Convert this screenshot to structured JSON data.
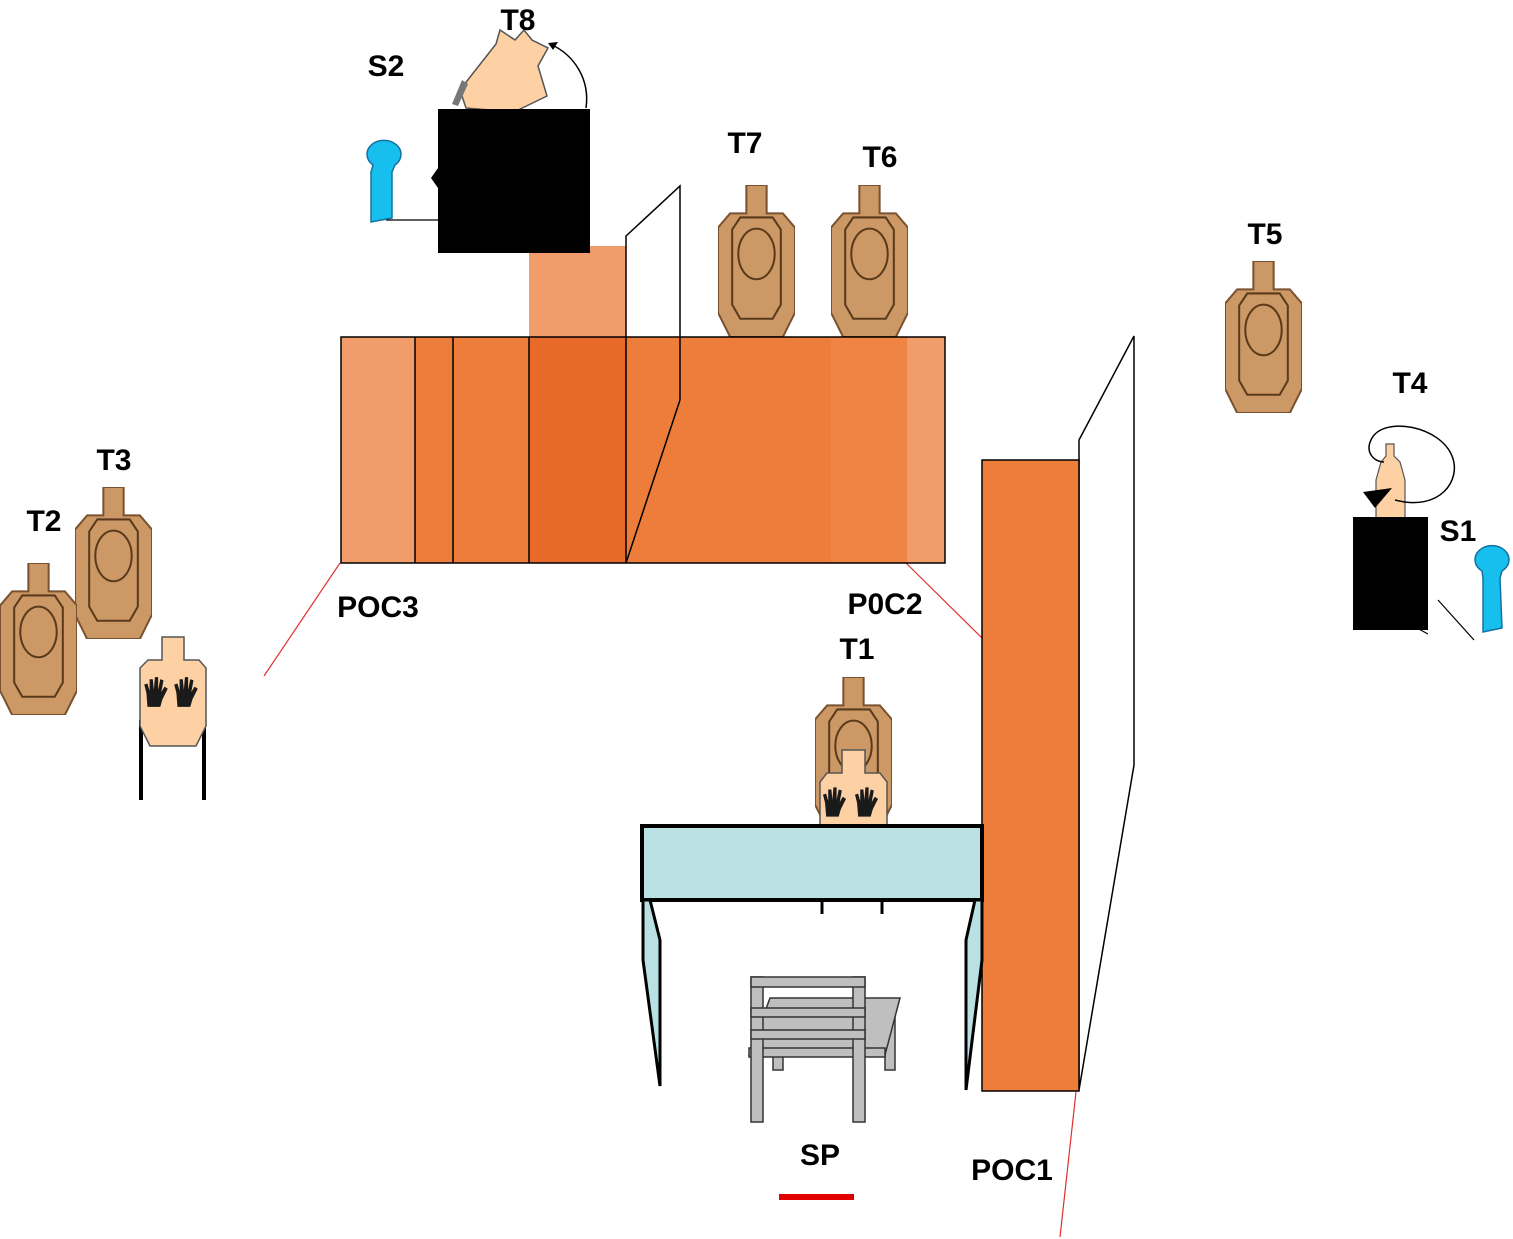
{
  "labels": {
    "t1": "T1",
    "t2": "T2",
    "t3": "T3",
    "t4": "T4",
    "t5": "T5",
    "t6": "T6",
    "t7": "T7",
    "t8": "T8",
    "s1": "S1",
    "s2": "S2",
    "poc1": "POC1",
    "poc2": "P0C2",
    "poc3": "POC3",
    "start": "SP"
  },
  "colors": {
    "target_tan": "#CC9966",
    "target_stroke": "#7A5230",
    "no_shoot_skin": "#FDD1A4",
    "wall_orange": "#ED7D3A",
    "wall_light": "#F19C6B",
    "wall_dark": "#E86A2A",
    "table_top": "#B9E0E3",
    "popper_blue": "#17BFEF",
    "start_red": "#E00000",
    "fault_line_red": "#E03030",
    "chair_gray": "#BFBFBF"
  },
  "icons": {
    "target": "ipsc-cardboard-target",
    "no_shoot": "no-shoot-hands-target",
    "popper": "steel-popper-activator",
    "swinger": "swinging-target",
    "chair": "chair",
    "table": "table"
  }
}
